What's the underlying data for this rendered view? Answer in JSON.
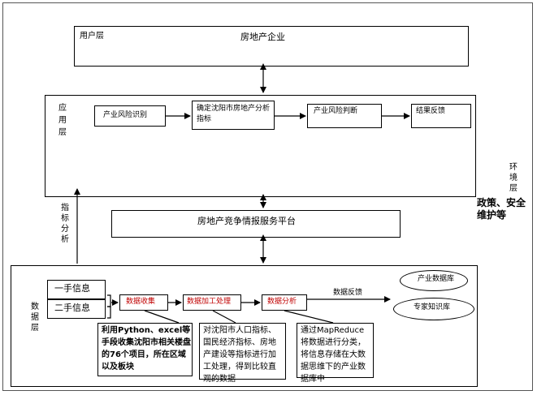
{
  "user_layer": {
    "label": "用户层",
    "content": "房地产企业"
  },
  "app_layer": {
    "label": "应用层",
    "steps": [
      "产业风险识别",
      "确定沈阳市房地产分析指标",
      "产业风险判断",
      "结果反馈"
    ]
  },
  "env_layer": {
    "label": "环境层",
    "content": "政策、安全维护等"
  },
  "platform": {
    "label": "房地产竞争情报服务平台"
  },
  "indicator_analysis": "指标分析",
  "data_layer": {
    "label": "数据层",
    "sources": [
      "一手信息",
      "二手信息"
    ],
    "steps": [
      "数据收集",
      "数据加工处理",
      "数据分析"
    ],
    "feedback": "数据反馈",
    "databases": [
      "产业数据库",
      "专家知识库"
    ],
    "notes": [
      "利用Python、excel等手段收集沈阳市相关楼盘的76个项目，所在区域以及板块",
      "对沈阳市人口指标、国民经济指标、房地产建设等指标进行加工处理，得到比较直观的数据",
      "通过MapReduce将数据进行分类，将信息存储在大数据思维下的产业数据库中"
    ]
  }
}
